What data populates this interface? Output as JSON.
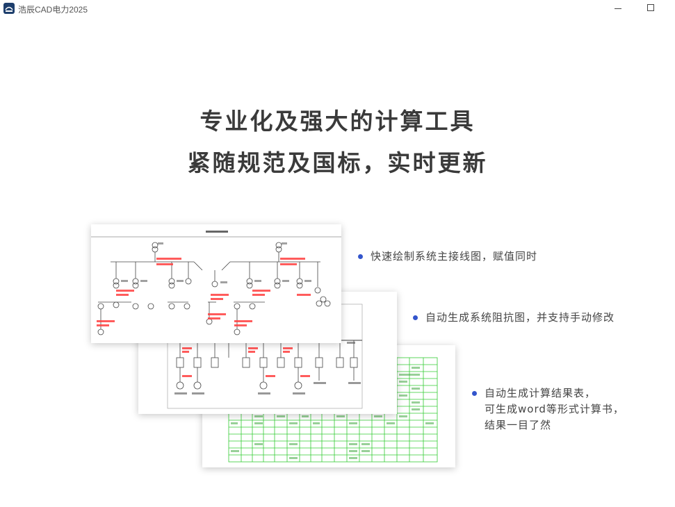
{
  "window": {
    "title": "浩辰CAD电力2025",
    "icon": "app-logo-icon"
  },
  "hero": {
    "headline_line1": "专业化及强大的计算工具",
    "headline_line2": "紧随规范及国标，实时更新"
  },
  "features": [
    {
      "lines": [
        "快速绘制系统主接线图，赋值同时"
      ]
    },
    {
      "lines": [
        "自动生成系统阻抗图，并支持手动修改"
      ]
    },
    {
      "lines": [
        "自动生成计算结果表，",
        "可生成word等形式计算书，",
        "结果一目了然"
      ]
    }
  ],
  "colors": {
    "bullet": "#3355cc",
    "headline": "#3a3a3a",
    "table_grid": "#33cc33",
    "diagram_annotation": "#ff4040"
  }
}
